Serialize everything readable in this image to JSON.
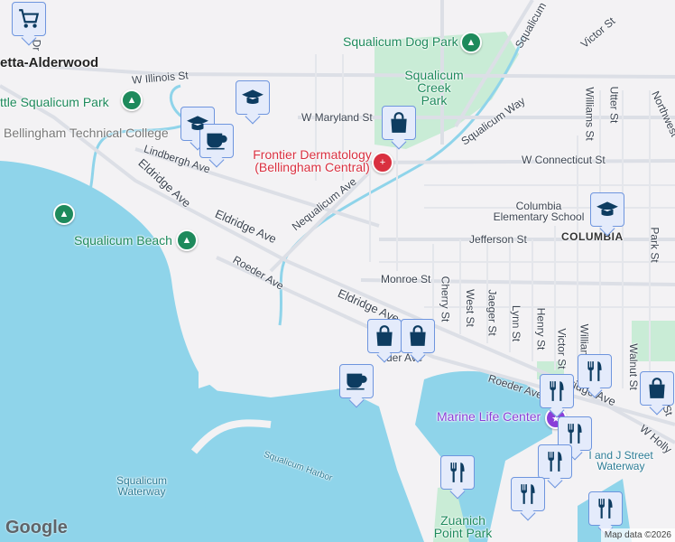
{
  "neighborhoods": {
    "alderwood": "etta-Alderwood",
    "columbia": "COLUMBIA"
  },
  "streets": {
    "w_illinois": "W Illinois St",
    "w_maryland": "W Maryland St",
    "lindbergh": "Lindbergh Ave",
    "eldridge1": "Eldridge Ave",
    "eldridge2": "Eldridge Ave",
    "eldridge3": "Eldridge Ave",
    "eldridge4": "ridge Ave",
    "nequalicum": "Nequalicum Ave",
    "roeder1": "Roeder Ave",
    "roeder2": "der Ave",
    "roeder3": "Roeder Ave",
    "squalicum_way": "Squalicum Way",
    "squalicum_top": "Squalicum",
    "w_connecticut": "W Connecticut St",
    "jefferson": "Jefferson St",
    "monroe": "Monroe St",
    "cherry": "Cherry St",
    "west": "West St",
    "jaeger": "Jaeger St",
    "lynn": "Lynn St",
    "henry": "Henry St",
    "victor": "Victor St",
    "victor_top": "Victor St",
    "williams": "Williams St",
    "williams2": "William",
    "utter": "Utter St",
    "park": "Park St",
    "northwest": "Northwest",
    "walnut": "Walnut St",
    "w_holly": "W Holly",
    "j_st": "J St",
    "dr": "Dr"
  },
  "places": {
    "little_squalicum": "ttle Squalicum Park",
    "squalicum_dog_park": "Squalicum Dog Park",
    "squalicum_creek_park": "Squalicum Creek Park",
    "bellingham_tech": "Bellingham Technical College",
    "frontier": "Frontier Dermatology (Bellingham Central)",
    "squalicum_beach": "Squalicum Beach",
    "columbia_school": "Columbia Elementary School",
    "marine_life": "Marine Life Center",
    "zuanich": "Zuanich Point Park",
    "squalicum_harbor": "Squalicum Harbor",
    "squalicum_waterway": "Squalicum Waterway",
    "ij_waterway": "I and J Street Waterway"
  },
  "colors": {
    "water": "#8fd4ea",
    "land": "#f3f2f4",
    "park": "#c9ecd6",
    "road": "#dcdfe6",
    "marker_fill": "#e4ebfb",
    "marker_border": "#6e95de",
    "icon": "#0d3c61"
  },
  "markers": [
    "shopping-cart",
    "school",
    "school",
    "coffee",
    "shopping-bag",
    "school",
    "shopping-bag",
    "shopping-bag",
    "coffee",
    "restaurant",
    "restaurant",
    "shopping-bag",
    "restaurant",
    "restaurant",
    "restaurant",
    "restaurant",
    "restaurant"
  ],
  "footer": {
    "logo": "Google",
    "attribution": "Map data ©2026"
  }
}
